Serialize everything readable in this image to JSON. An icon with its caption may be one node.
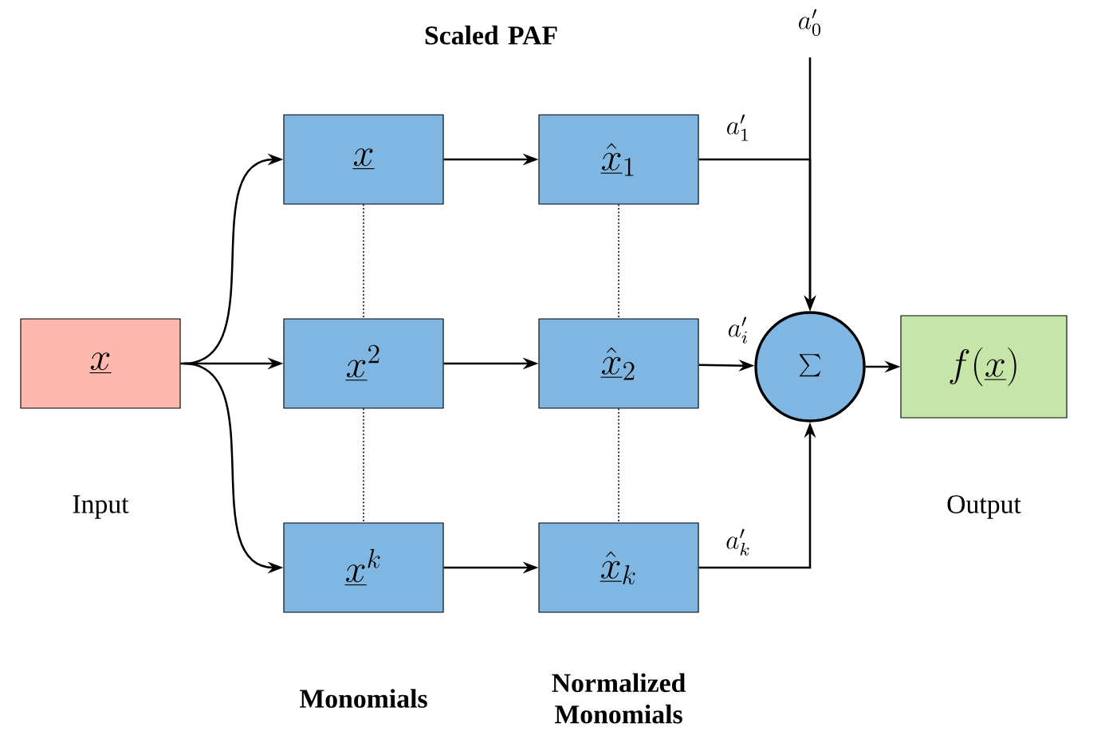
{
  "diagram": {
    "nodes": [
      {
        "text": [
          "\\underline{x}"
        ],
        "beside": [
          "Input"
        ]
      },
      {
        "text": [
          "\\underline{x}"
        ]
      },
      {
        "text": [
          "\\underline{x}^2"
        ]
      },
      {
        "text": [
          "\\underline{x}^k"
        ]
      },
      {
        "text": [
          "\\hat{\\underline{x}}_1"
        ]
      },
      {
        "text": [
          "\\hat{\\underline{x}}_2"
        ]
      },
      {
        "text": [
          "\\hat{\\underline{x}}_k"
        ]
      },
      {
        "text": [
          "\\sum"
        ]
      },
      {
        "text": [
          "f(\\underline{x})"
        ],
        "beside": [
          "Output"
        ]
      }
    ],
    "edges": [
      {
        "from": 0,
        "to": 1,
        "arrow": "to"
      },
      {
        "from": 0,
        "to": 2,
        "arrow": "to"
      },
      {
        "from": 0,
        "to": 3,
        "arrow": "to"
      },
      {
        "from": 1,
        "to": 4,
        "arrow": "to"
      },
      {
        "from": 2,
        "to": 5,
        "arrow": "to"
      },
      {
        "from": 3,
        "to": 6,
        "arrow": "to"
      },
      {
        "from": null,
        "to": 7,
        "arrow": "to",
        "label": "a'_0"
      },
      {
        "from": 4,
        "to": 7,
        "arrow": "to",
        "label": "a'_1"
      },
      {
        "from": 5,
        "to": 7,
        "arrow": "to",
        "label": "a'_i"
      },
      {
        "from": 6,
        "to": 7,
        "arrow": "to",
        "label": "a'_k"
      },
      {
        "from": 7,
        "to": 8,
        "arrow": "to"
      },
      {
        "from": 1,
        "to": 2,
        "arrow": "none",
        "style": "dashed"
      },
      {
        "from": 2,
        "to": 3,
        "arrow": "none",
        "style": "dashed"
      },
      {
        "from": 4,
        "to": 5,
        "arrow": "none",
        "style": "dashed"
      },
      {
        "from": 5,
        "to": 6,
        "arrow": "none",
        "style": "dashed"
      }
    ],
    "labels": [
      "Scaled PAF",
      "Monomials",
      "Normalized Monomials"
    ]
  }
}
